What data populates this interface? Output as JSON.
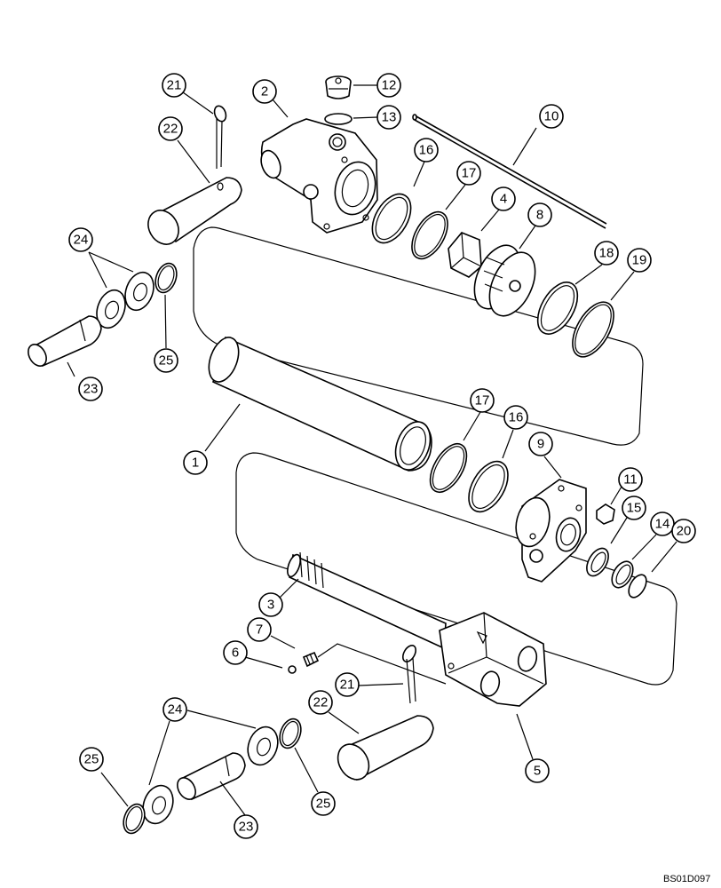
{
  "figure_code": "BS01D097",
  "callouts": [
    {
      "id": "c21a",
      "label": "21"
    },
    {
      "id": "c2",
      "label": "2"
    },
    {
      "id": "c12",
      "label": "12"
    },
    {
      "id": "c13",
      "label": "13"
    },
    {
      "id": "c10",
      "label": "10"
    },
    {
      "id": "c22a",
      "label": "22"
    },
    {
      "id": "c16a",
      "label": "16"
    },
    {
      "id": "c17a",
      "label": "17"
    },
    {
      "id": "c4",
      "label": "4"
    },
    {
      "id": "c8",
      "label": "8"
    },
    {
      "id": "c24a",
      "label": "24"
    },
    {
      "id": "c18",
      "label": "18"
    },
    {
      "id": "c19",
      "label": "19"
    },
    {
      "id": "c25a",
      "label": "25"
    },
    {
      "id": "c23a",
      "label": "23"
    },
    {
      "id": "c17b",
      "label": "17"
    },
    {
      "id": "c16b",
      "label": "16"
    },
    {
      "id": "c9",
      "label": "9"
    },
    {
      "id": "c1",
      "label": "1"
    },
    {
      "id": "c11",
      "label": "11"
    },
    {
      "id": "c15",
      "label": "15"
    },
    {
      "id": "c14",
      "label": "14"
    },
    {
      "id": "c20",
      "label": "20"
    },
    {
      "id": "c3",
      "label": "3"
    },
    {
      "id": "c7",
      "label": "7"
    },
    {
      "id": "c6",
      "label": "6"
    },
    {
      "id": "c21b",
      "label": "21"
    },
    {
      "id": "c24b",
      "label": "24"
    },
    {
      "id": "c22b",
      "label": "22"
    },
    {
      "id": "c5",
      "label": "5"
    },
    {
      "id": "c25b",
      "label": "25"
    },
    {
      "id": "c25c",
      "label": "25"
    },
    {
      "id": "c23b",
      "label": "23"
    }
  ]
}
